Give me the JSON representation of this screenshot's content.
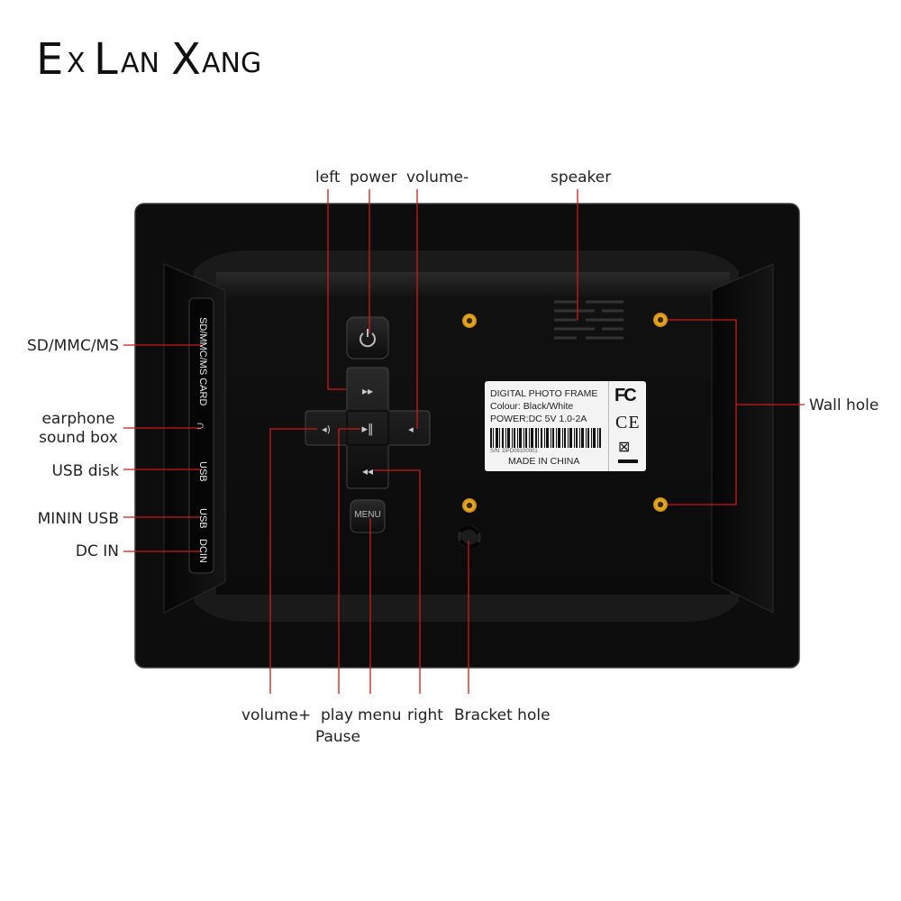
{
  "brand": {
    "big1": "E",
    "small1": "X",
    "big2": "L",
    "small2": "AN",
    "big3": "X",
    "small3": "ANG"
  },
  "callouts": {
    "left": "left",
    "power": "power",
    "volume_minus": "volume-",
    "speaker": "speaker",
    "sd_mmc_ms": "SD/MMC/MS",
    "earphone_line1": "earphone",
    "earphone_line2": "sound box",
    "usb_disk": "USB disk",
    "minin_usb": "MININ USB",
    "dc_in": "DC IN",
    "wall_hole": "Wall hole",
    "volume_plus": "volume+",
    "play_line1": "play",
    "play_line2": "Pause",
    "menu": "menu",
    "right": "right",
    "bracket_hole": "Bracket hole"
  },
  "ports": {
    "card": "SD/MMC/MS CARD",
    "earphone_symbol": "∩",
    "usb1": "USB",
    "usb2": "USB",
    "dcin": "DCIN"
  },
  "buttons": {
    "menu": "MENU"
  },
  "sticker": {
    "line1": "DIGITAL PHOTO FRAME",
    "line2": "Colour:  Black/White",
    "line3": "POWER:DC  5V  1.0-2A",
    "serial": "S/N: DPD08100001",
    "made_in": "MADE IN CHINA",
    "fc": "FC",
    "ce": "CE"
  },
  "colors": {
    "callout_line": "#cc1a1a",
    "screw": "#e0a020",
    "device_body": "#0d0d0d"
  }
}
